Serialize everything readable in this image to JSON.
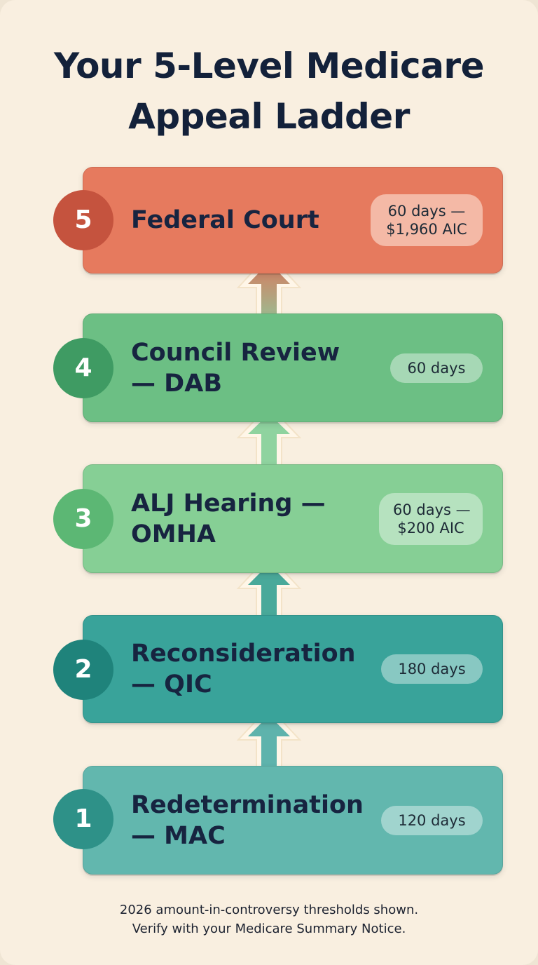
{
  "title": {
    "line1": "Your 5-Level Medicare",
    "line2": "Appeal Ladder"
  },
  "levels": [
    {
      "number": "5",
      "label": "Federal Court",
      "badge_line1": "60 days —",
      "badge_line2": "$1,960 AIC",
      "color": "#e67a5e",
      "circle_color": "#c5533e"
    },
    {
      "number": "4",
      "label": "Council Review — DAB",
      "badge_line1": "60 days",
      "color": "#6cbf84",
      "circle_color": "#3f9b63"
    },
    {
      "number": "3",
      "label": "ALJ Hearing — OMHA",
      "badge_line1": "60 days —",
      "badge_line2": "$200 AIC",
      "color": "#86cf95",
      "circle_color": "#5cb774"
    },
    {
      "number": "2",
      "label": "Reconsideration — QIC",
      "badge_line1": "180 days",
      "color": "#39a39a",
      "circle_color": "#1f837b"
    },
    {
      "number": "1",
      "label": "Redetermination — MAC",
      "badge_line1": "120 days",
      "color": "#62b7ae",
      "circle_color": "#2e9188"
    }
  ],
  "arrows": [
    {
      "icon": "up-arrow-icon",
      "color": "#d98a6c"
    },
    {
      "icon": "up-arrow-icon",
      "color": "#8fcf9e"
    },
    {
      "icon": "up-arrow-icon",
      "color": "#5bb59a"
    },
    {
      "icon": "up-arrow-icon",
      "color": "#5fb3ac"
    }
  ],
  "footnote": {
    "line1": "2026 amount-in-controversy thresholds shown.",
    "line2": "Verify with your Medicare Summary Notice."
  }
}
